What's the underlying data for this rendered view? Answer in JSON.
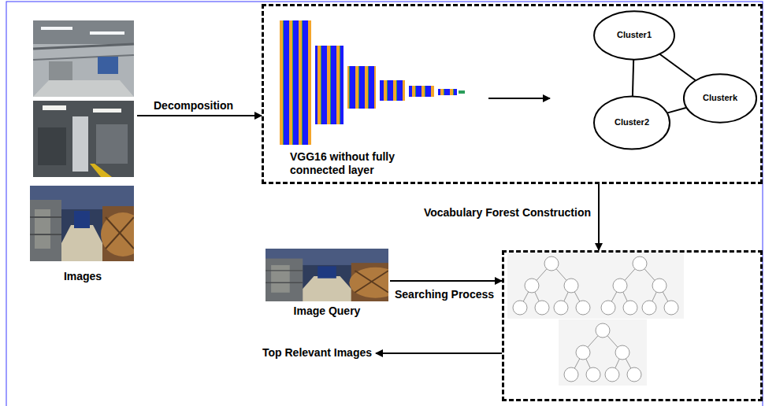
{
  "diagram": {
    "nodes": [
      {
        "text": [
          "Images"
        ]
      },
      {
        "text": [
          "VGG16 without fully connected layer"
        ]
      },
      {
        "text": [
          "Cluster1"
        ],
        "in": 1
      },
      {
        "text": [
          "Cluster2"
        ],
        "in": 1
      },
      {
        "text": [
          "Clusterk"
        ],
        "in": 1
      },
      {
        "text": []
      },
      {
        "text": [
          "Image Query"
        ]
      },
      {
        "text": [
          "Top Relevant Images"
        ]
      }
    ],
    "edges": [
      {
        "from": 0,
        "to": 1,
        "arrow": "to",
        "label": "Decomposition"
      },
      {
        "from": 1,
        "to": 5,
        "arrow": "to",
        "label": "Vocabulary Forest Construction"
      },
      {
        "from": 6,
        "to": 5,
        "arrow": "to",
        "label": "Searching Process"
      },
      {
        "from": 5,
        "to": 7,
        "arrow": "to"
      },
      {
        "from": 2,
        "to": 3,
        "arrow": "none"
      },
      {
        "from": 2,
        "to": 4,
        "arrow": "none"
      },
      {
        "from": 3,
        "to": 4,
        "arrow": "none"
      }
    ]
  }
}
